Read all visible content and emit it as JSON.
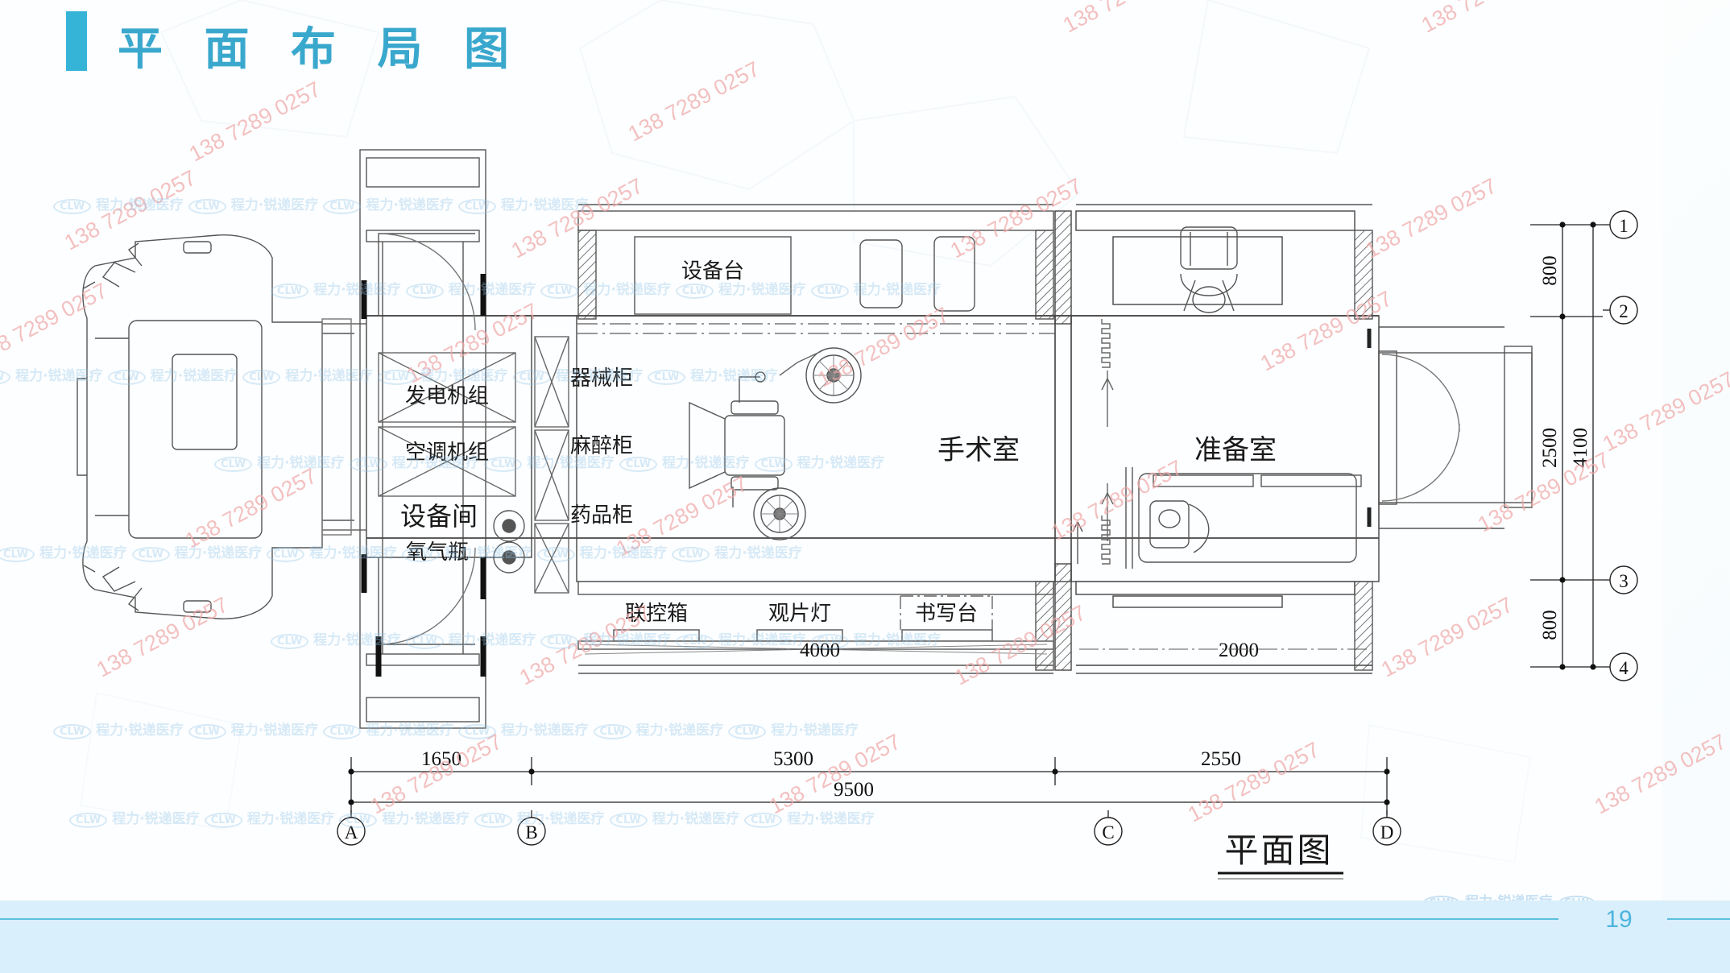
{
  "slide": {
    "title": "平 面 布 局 图",
    "page_number": "19",
    "accent_color": "#35b4d8",
    "footer_color": "#d9effb"
  },
  "drawing": {
    "caption": "平面图",
    "rooms": [
      {
        "key": "equipment_room",
        "label": "设备间"
      },
      {
        "key": "operating_room",
        "label": "手术室"
      },
      {
        "key": "preparation_room",
        "label": "准备室"
      }
    ],
    "equipment": [
      {
        "key": "generator_set",
        "label": "发电机组"
      },
      {
        "key": "air_conditioning_unit",
        "label": "空调机组"
      },
      {
        "key": "oxygen_cylinder",
        "label": "氧气瓶"
      },
      {
        "key": "instrument_cabinet",
        "label": "器械柜"
      },
      {
        "key": "anesthesia_cabinet",
        "label": "麻醉柜"
      },
      {
        "key": "medicine_cabinet",
        "label": "药品柜"
      },
      {
        "key": "equipment_bench",
        "label": "设备台"
      },
      {
        "key": "control_box",
        "label": "联控箱"
      },
      {
        "key": "film_viewer",
        "label": "观片灯"
      },
      {
        "key": "writing_desk",
        "label": "书写台"
      }
    ],
    "dimensions": {
      "bottom_chain": [
        "1650",
        "5300",
        "2550"
      ],
      "bottom_total": "9500",
      "right_chain": [
        "800",
        "2500",
        "800"
      ],
      "right_total": "4100",
      "interior_4000": "4000",
      "interior_2000": "2000"
    },
    "grid_marks": {
      "horizontal": [
        "A",
        "B",
        "C",
        "D"
      ],
      "vertical": [
        "1",
        "2",
        "3",
        "4"
      ]
    }
  },
  "watermark": {
    "phone": "138 7289 0257",
    "brand": "程力·锐递医疗",
    "logo": "CLW"
  }
}
